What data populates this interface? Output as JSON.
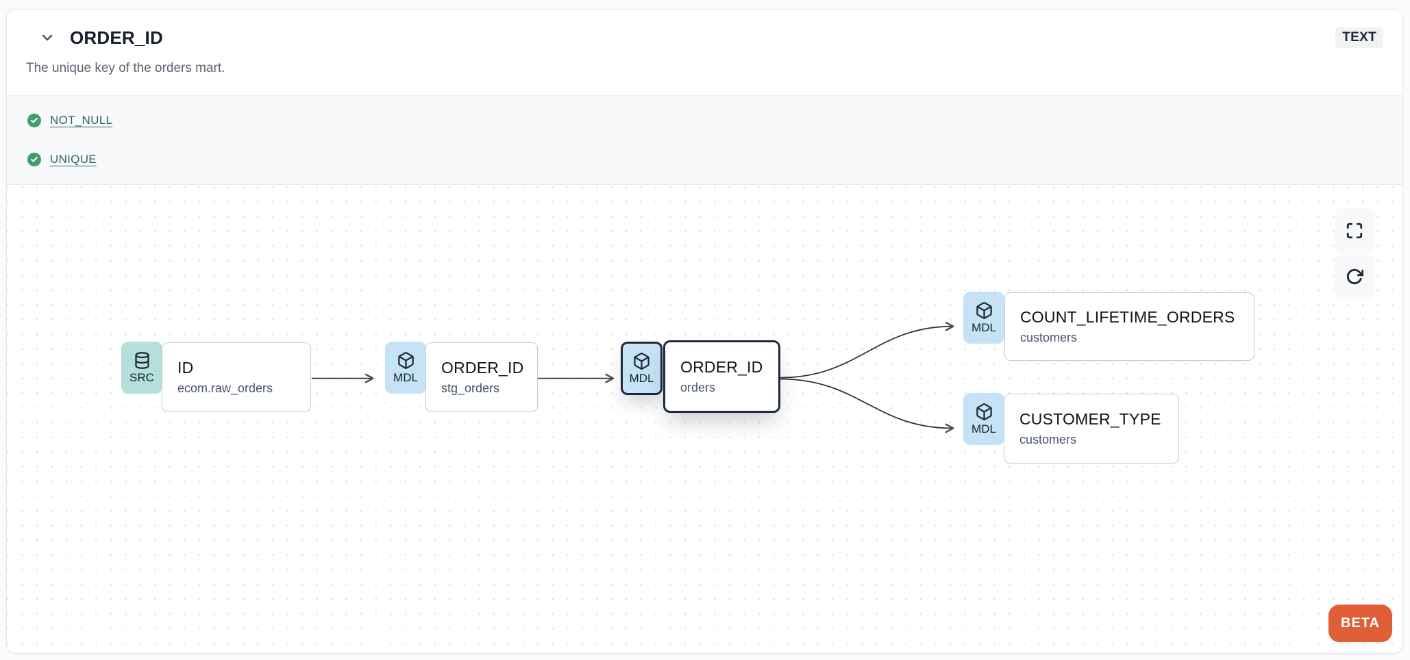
{
  "header": {
    "title": "ORDER_ID",
    "type_badge": "TEXT",
    "description": "The unique key of the orders mart.",
    "collapse_icon": "chevron-down"
  },
  "tests": [
    {
      "label": "NOT_NULL",
      "status": "pass",
      "icon": "check-circle"
    },
    {
      "label": "UNIQUE",
      "status": "pass",
      "icon": "check-circle"
    }
  ],
  "lineage": {
    "nodes": [
      {
        "badge": "SRC",
        "icon": "database-icon",
        "title": "ID",
        "subtitle": "ecom.raw_orders",
        "selected": false
      },
      {
        "badge": "MDL",
        "icon": "cube-icon",
        "title": "ORDER_ID",
        "subtitle": "stg_orders",
        "selected": false
      },
      {
        "badge": "MDL",
        "icon": "cube-icon",
        "title": "ORDER_ID",
        "subtitle": "orders",
        "selected": true
      },
      {
        "badge": "MDL",
        "icon": "cube-icon",
        "title": "COUNT_LIFETIME_ORDERS",
        "subtitle": "customers",
        "selected": false
      },
      {
        "badge": "MDL",
        "icon": "cube-icon",
        "title": "CUSTOMER_TYPE",
        "subtitle": "customers",
        "selected": false
      }
    ],
    "edges": [
      {
        "from": "ID.ecom.raw_orders",
        "to": "ORDER_ID.stg_orders"
      },
      {
        "from": "ORDER_ID.stg_orders",
        "to": "ORDER_ID.orders"
      },
      {
        "from": "ORDER_ID.orders",
        "to": "COUNT_LIFETIME_ORDERS.customers"
      },
      {
        "from": "ORDER_ID.orders",
        "to": "CUSTOMER_TYPE.customers"
      }
    ],
    "controls": {
      "fullscreen": "fullscreen-icon",
      "refresh": "refresh-icon"
    },
    "beta_label": "BETA"
  },
  "colors": {
    "source_badge_bg": "#b4dfdb",
    "model_badge_bg": "#c5e2f7",
    "selected_border": "#1e2a3a",
    "test_pass_green": "#3f9e6b",
    "test_link": "#26685e",
    "beta_bg": "#e05f38",
    "edge": "#2e3338"
  }
}
